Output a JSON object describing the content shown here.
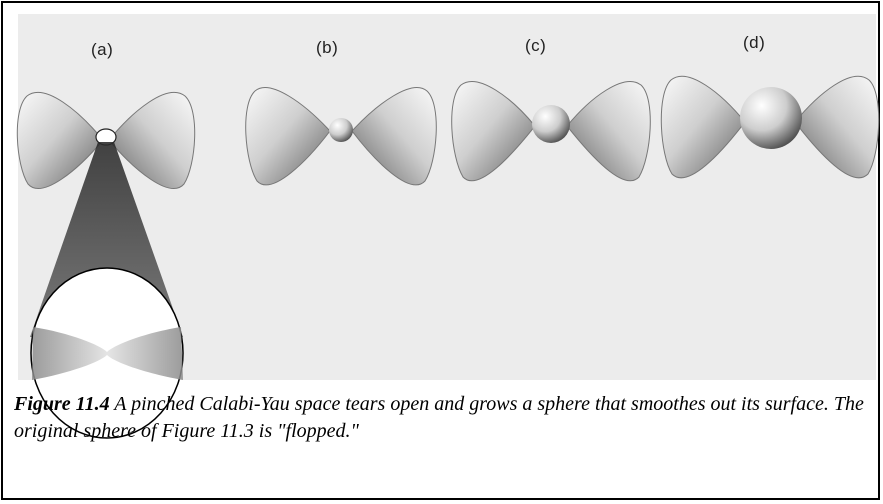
{
  "panels": [
    {
      "label": "(a)"
    },
    {
      "label": "(b)"
    },
    {
      "label": "(c)"
    },
    {
      "label": "(d)"
    }
  ],
  "caption": {
    "figure_number": "Figure 11.4",
    "text": " A pinched Calabi-Yau space tears open and grows a sphere that smoothes out its surface. The original sphere of Figure 11.3 is \"flopped.\""
  },
  "colors": {
    "surface_light": "#f4f4f4",
    "surface_dark": "#6a6a6a",
    "background_grain": "#ececec",
    "outline": "#000000"
  }
}
